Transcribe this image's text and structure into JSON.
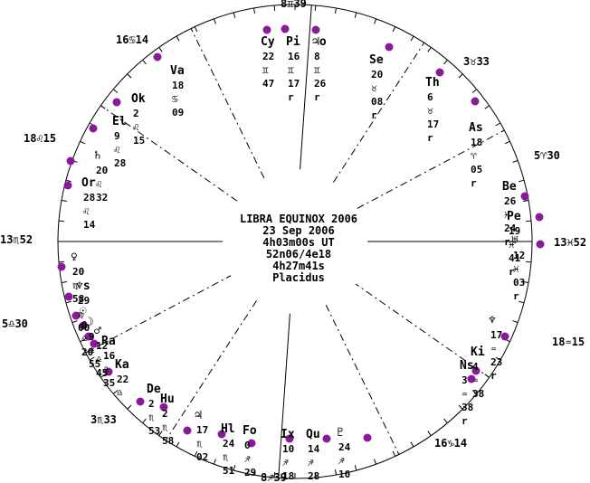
{
  "chart": {
    "title": "LIBRA EQUINOX 2006",
    "date": "23 Sep 2006",
    "time": "4h03m00s UT",
    "location": "52n06/4e18",
    "sidereal_time": "4h27m41s",
    "house_system": "Placidus"
  },
  "colors": {
    "dot": "#8b1a9a",
    "line": "#000000",
    "background": "#ffffff"
  },
  "cusps": [
    {
      "label": "13♏52",
      "pos": "asc"
    },
    {
      "label": "5♎30",
      "pos": "h2"
    },
    {
      "label": "3♏33",
      "pos": "h3"
    },
    {
      "label": "8♐39",
      "pos": "ic"
    },
    {
      "label": "16♑14",
      "pos": "h5"
    },
    {
      "label": "18♒15",
      "pos": "h6"
    },
    {
      "label": "13♓52",
      "pos": "dsc"
    },
    {
      "label": "5♈30",
      "pos": "h8"
    },
    {
      "label": "3♉33",
      "pos": "h9"
    },
    {
      "label": "8♊39",
      "pos": "mc"
    },
    {
      "label": "16♋14",
      "pos": "h11"
    },
    {
      "label": "18♌15",
      "pos": "h12"
    }
  ],
  "bodies": [
    {
      "glyph": "Cy",
      "lines": [
        "22",
        "♊",
        "47"
      ]
    },
    {
      "glyph": "Pi",
      "lines": [
        "16",
        "♊",
        "17",
        "r"
      ]
    },
    {
      "glyph": "♃o",
      "lines": [
        "8",
        "♊",
        "26",
        "r"
      ]
    },
    {
      "glyph": "Se",
      "lines": [
        "20",
        "♉",
        "08",
        "r"
      ]
    },
    {
      "glyph": "Th",
      "lines": [
        "6",
        "♉",
        "17",
        "r"
      ]
    },
    {
      "glyph": "As",
      "lines": [
        "18",
        "♈",
        "05",
        "r"
      ]
    },
    {
      "glyph": "Be",
      "lines": [
        "26",
        "♓",
        "24",
        "r"
      ]
    },
    {
      "glyph": "Pe",
      "lines": [
        "19",
        "♓",
        "41",
        "r"
      ]
    },
    {
      "glyph": "♅",
      "lines": [
        "12",
        "♓",
        "03",
        "r"
      ]
    },
    {
      "glyph": "♆",
      "lines": [
        "17",
        "♒",
        "23",
        "r"
      ]
    },
    {
      "glyph": "Ki",
      "lines": [
        "4",
        "♒",
        "38"
      ]
    },
    {
      "glyph": "Ns",
      "lines": [
        "3",
        "♒",
        "38",
        "r"
      ]
    },
    {
      "glyph": "♇",
      "lines": [
        "24",
        "♐",
        "10"
      ]
    },
    {
      "glyph": "Qu",
      "lines": [
        "14",
        "♐",
        "28"
      ]
    },
    {
      "glyph": "Ix",
      "lines": [
        "10",
        "♐",
        "18"
      ]
    },
    {
      "glyph": "Fo",
      "lines": [
        "0",
        "♐",
        "29"
      ]
    },
    {
      "glyph": "Hl",
      "lines": [
        "24",
        "♏",
        "51"
      ]
    },
    {
      "glyph": "♃",
      "lines": [
        "17",
        "♏",
        "02"
      ]
    },
    {
      "glyph": "Hu",
      "lines": [
        "2",
        "♏",
        "58"
      ]
    },
    {
      "glyph": "De",
      "lines": [
        "2",
        "♏",
        "53"
      ]
    },
    {
      "glyph": "Ka",
      "lines": [
        "22",
        "♎"
      ]
    },
    {
      "glyph": "Ra",
      "lines": [
        "16",
        "♎",
        "35"
      ]
    },
    {
      "glyph": "♂",
      "lines": [
        "12",
        "♎",
        "45"
      ]
    },
    {
      "glyph": "☽",
      "lines": [
        "9",
        "♎",
        "55"
      ]
    },
    {
      "glyph": "☉",
      "lines": [
        "0",
        "♎",
        "20"
      ]
    },
    {
      "glyph": "♆s",
      "lines": [
        "29",
        "♍",
        "00"
      ]
    },
    {
      "glyph": "♀",
      "lines": [
        "20",
        "♍",
        "58"
      ]
    },
    {
      "glyph": "Or",
      "lines": [
        "28",
        "♌",
        "14"
      ]
    },
    {
      "glyph": "♄",
      "lines": [
        "20",
        "♌",
        "32"
      ]
    },
    {
      "glyph": "El",
      "lines": [
        "9",
        "♌",
        "28"
      ]
    },
    {
      "glyph": "Ok",
      "lines": [
        "2",
        "♌",
        "15"
      ]
    },
    {
      "glyph": "Va",
      "lines": [
        "18",
        "♋",
        "09"
      ]
    }
  ]
}
